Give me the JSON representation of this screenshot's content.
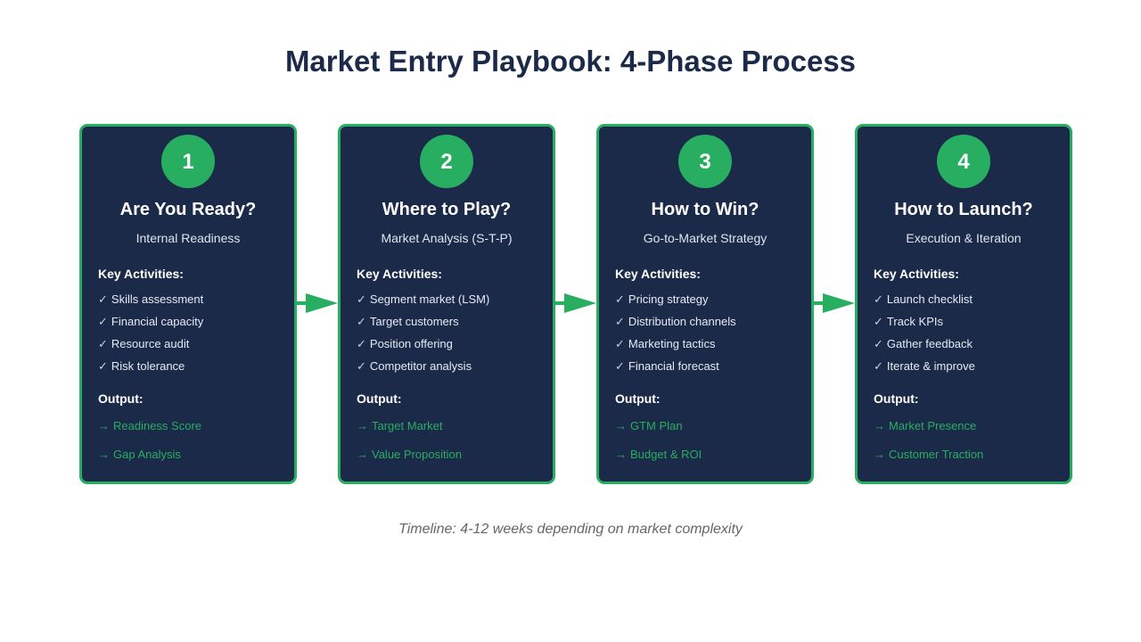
{
  "title": "Market Entry Playbook: 4-Phase Process",
  "labels": {
    "activities": "Key Activities:",
    "output": "Output:",
    "check_glyph": "✓",
    "output_glyph": "→"
  },
  "phases": [
    {
      "number": "1",
      "title": "Are You Ready?",
      "subtitle": "Internal Readiness",
      "activities": [
        "Skills assessment",
        "Financial capacity",
        "Resource audit",
        "Risk tolerance"
      ],
      "outputs": [
        "Readiness Score",
        "Gap Analysis"
      ]
    },
    {
      "number": "2",
      "title": "Where to Play?",
      "subtitle": "Market Analysis (S-T-P)",
      "activities": [
        "Segment market (LSM)",
        "Target customers",
        "Position offering",
        "Competitor analysis"
      ],
      "outputs": [
        "Target Market",
        "Value Proposition"
      ]
    },
    {
      "number": "3",
      "title": "How to Win?",
      "subtitle": "Go-to-Market Strategy",
      "activities": [
        "Pricing strategy",
        "Distribution channels",
        "Marketing tactics",
        "Financial forecast"
      ],
      "outputs": [
        "GTM Plan",
        "Budget & ROI"
      ]
    },
    {
      "number": "4",
      "title": "How to Launch?",
      "subtitle": "Execution & Iteration",
      "activities": [
        "Launch checklist",
        "Track KPIs",
        "Gather feedback",
        "Iterate & improve"
      ],
      "outputs": [
        "Market Presence",
        "Customer Traction"
      ]
    }
  ],
  "footer": "Timeline: 4-12 weeks depending on market complexity",
  "colors": {
    "card_bg": "#1c2a4a",
    "accent": "#27ae60",
    "title": "#1c2a4a"
  }
}
